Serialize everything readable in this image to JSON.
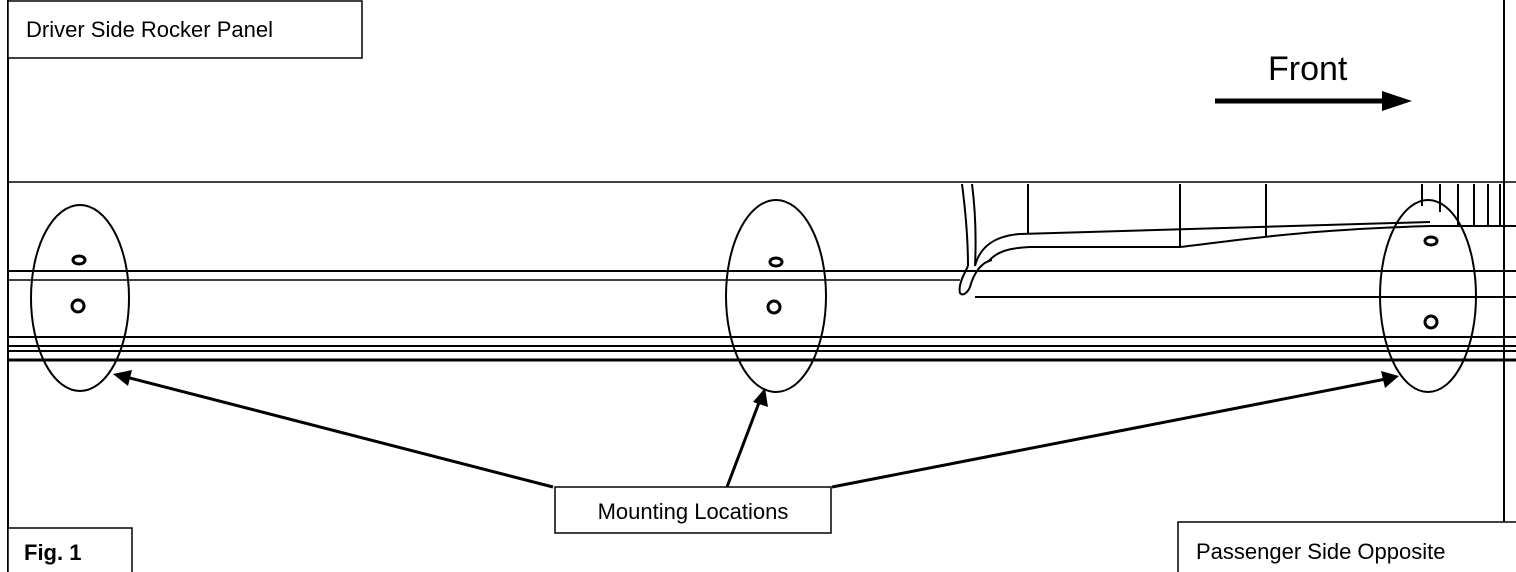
{
  "labels": {
    "title": "Driver Side Rocker Panel",
    "direction": "Front",
    "callout": "Mounting Locations",
    "figure": "Fig. 1",
    "note": "Passenger Side Opposite"
  },
  "colors": {
    "line": "#000000",
    "background": "#ffffff"
  }
}
